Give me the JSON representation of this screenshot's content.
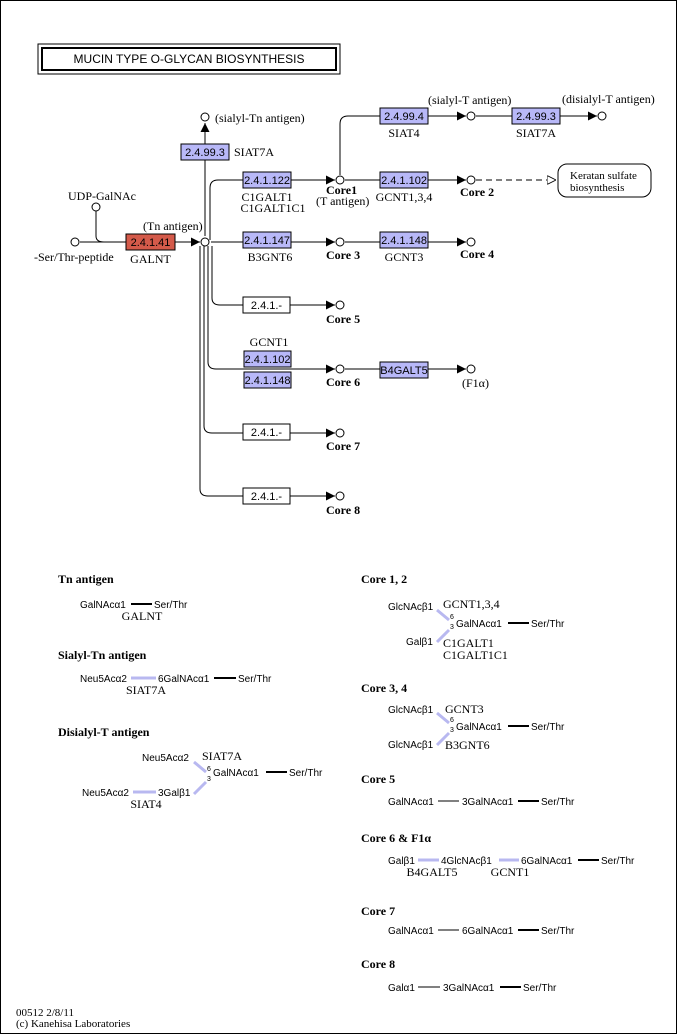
{
  "title": "MUCIN TYPE O-GLYCAN BIOSYNTHESIS",
  "footer": {
    "map_id": "00512 2/8/11",
    "copyright": "(c) Kanehisa Laboratories"
  },
  "colors": {
    "ec_blue": "#b8b8f8",
    "ec_red": "#d45a4a",
    "ec_white": "#ffffff",
    "link_blue": "#b8b8f0"
  },
  "compounds": {
    "udp_galnac": "UDP-GalNAc",
    "ser_thr_peptide": "-Ser/Thr-peptide",
    "tn_antigen": "(Tn antigen)",
    "sialyl_tn": "(sialyl-Tn antigen)",
    "core1": "Core1",
    "t_antigen": "(T antigen)",
    "sialyl_t": "(sialyl-T antigen)",
    "disialyl_t": "(disialyl-T antigen)",
    "core2": "Core 2",
    "core3": "Core 3",
    "core4": "Core 4",
    "core5": "Core 5",
    "core6": "Core 6",
    "f1a": "(F1α)",
    "core7": "Core 7",
    "core8": "Core 8",
    "keratan_line1": "Keratan sulfate",
    "keratan_line2": "biosynthesis"
  },
  "enzymes": {
    "galnt_ec": "2.4.1.41",
    "galnt": "GALNT",
    "siat7a_ec": "2.4.99.3",
    "siat7a": "SIAT7A",
    "c1galt_ec": "2.4.1.122",
    "c1galt1": "C1GALT1",
    "c1galt1c1": "C1GALT1C1",
    "siat4_ec": "2.4.99.4",
    "siat4": "SIAT4",
    "siat7a_b_ec": "2.4.99.3",
    "siat7a_b": "SIAT7A",
    "gcnt134_ec": "2.4.1.102",
    "gcnt134": "GCNT1,3,4",
    "b3gnt6_ec": "2.4.1.147",
    "b3gnt6": "B3GNT6",
    "gcnt3_ec": "2.4.1.148",
    "gcnt3": "GCNT3",
    "core5_ec": "2.4.1.-",
    "gcnt1": "GCNT1",
    "gcnt1_ec1": "2.4.1.102",
    "gcnt1_ec2": "2.4.1.148",
    "b4galt5_ec": "B4GALT5",
    "core7_ec": "2.4.1.-",
    "core8_ec": "2.4.1.-"
  },
  "legend": {
    "tn": {
      "heading": "Tn antigen",
      "galnac": "GalNAcα1",
      "ser": "Ser/Thr",
      "enzyme": "GALNT"
    },
    "stn": {
      "heading": "Sialyl-Tn antigen",
      "neu": "Neu5Acα2",
      "galnac": "6GalNAcα1",
      "ser": "Ser/Thr",
      "enzyme": "SIAT7A"
    },
    "dst": {
      "heading": "Disialyl-T antigen",
      "neu1": "Neu5Acα2",
      "enzyme1": "SIAT7A",
      "pos": "6\n3",
      "galnac": "GalNAcα1",
      "ser": "Ser/Thr",
      "neu2": "Neu5Acα2",
      "gal": "3Galβ1",
      "enzyme2": "SIAT4"
    },
    "c12": {
      "heading": "Core 1, 2",
      "glcnac": "GlcNAcβ1",
      "enzyme1": "GCNT1,3,4",
      "galnac": "GalNAcα1",
      "ser": "Ser/Thr",
      "gal": "Galβ1",
      "enzyme2": "C1GALT1",
      "enzyme3": "C1GALT1C1"
    },
    "c34": {
      "heading": "Core 3, 4",
      "glcnac1": "GlcNAcβ1",
      "enzyme1": "GCNT3",
      "galnac": "GalNAcα1",
      "ser": "Ser/Thr",
      "glcnac2": "GlcNAcβ1",
      "enzyme2": "B3GNT6"
    },
    "c5": {
      "heading": "Core 5",
      "galnac1": "GalNAcα1",
      "galnac2": "3GalNAcα1",
      "ser": "Ser/Thr"
    },
    "c6": {
      "heading": "Core 6 & F1α",
      "gal": "Galβ1",
      "glcnac": "4GlcNAcβ1",
      "galnac": "6GalNAcα1",
      "ser": "Ser/Thr",
      "enzyme1": "B4GALT5",
      "enzyme2": "GCNT1"
    },
    "c7": {
      "heading": "Core 7",
      "galnac1": "GalNAcα1",
      "galnac2": "6GalNAcα1",
      "ser": "Ser/Thr"
    },
    "c8": {
      "heading": "Core 8",
      "gal": "Galα1",
      "galnac": "3GalNAcα1",
      "ser": "Ser/Thr"
    }
  }
}
